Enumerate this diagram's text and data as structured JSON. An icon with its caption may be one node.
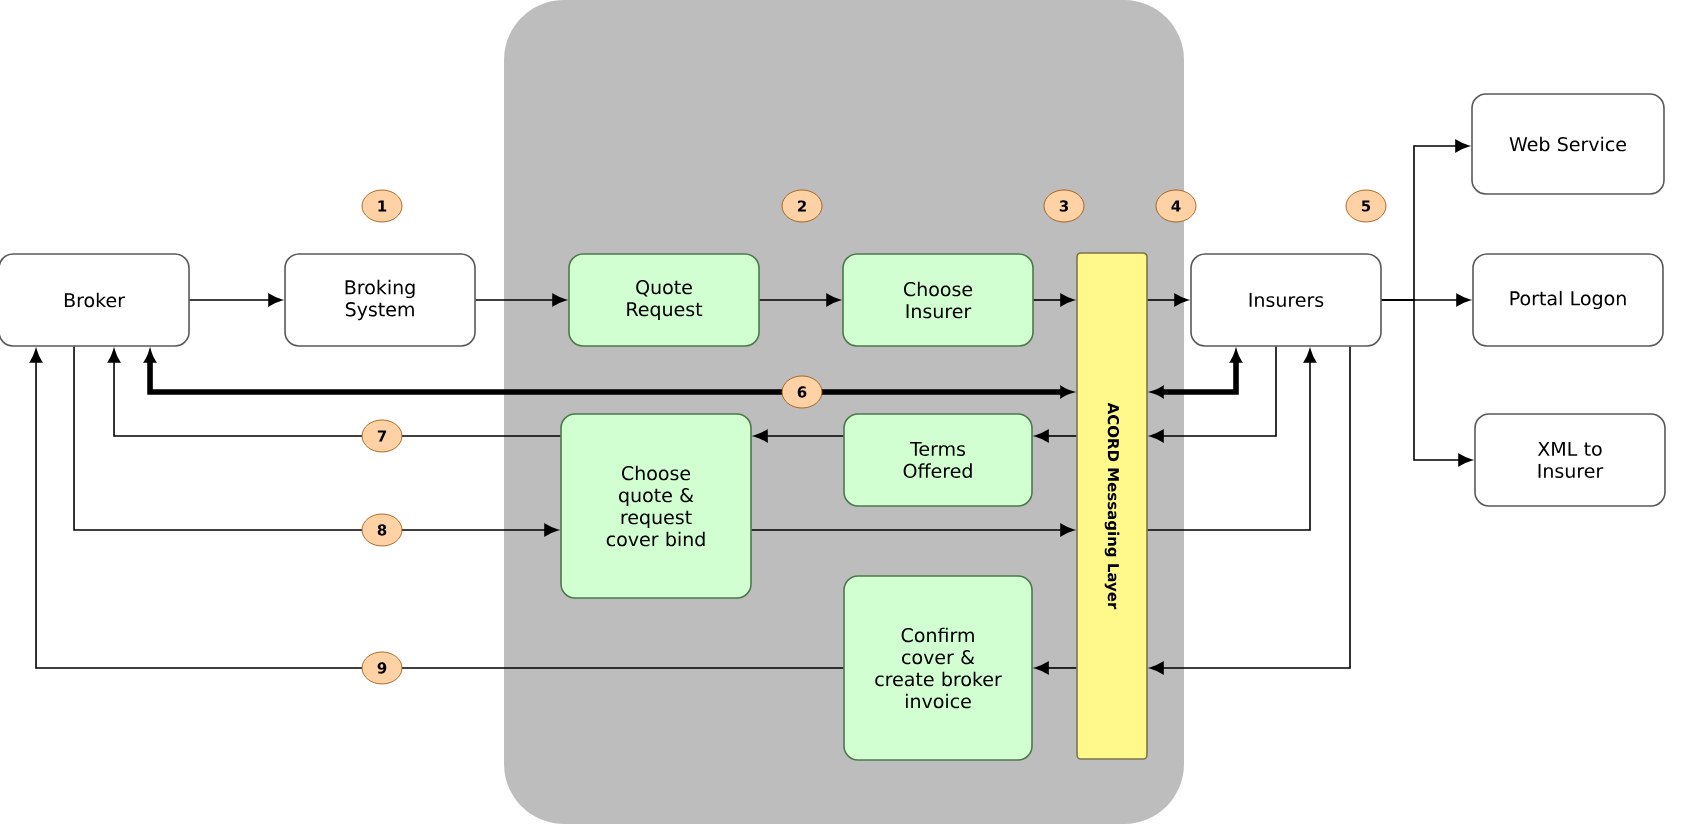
{
  "diagram": {
    "nodes": [
      {
        "text": [],
        "shape": "box"
      },
      {
        "text": [
          "Broker"
        ]
      },
      {
        "text": [
          "Broking System"
        ]
      },
      {
        "text": [
          "Quote Request"
        ],
        "in": 0
      },
      {
        "text": [
          "Choose Insurer"
        ],
        "in": 0
      },
      {
        "text": [
          "ACORD Messaging Layer"
        ],
        "in": 0
      },
      {
        "text": [
          "Insurers"
        ]
      },
      {
        "text": [
          "Web Service"
        ]
      },
      {
        "text": [
          "Portal Logon"
        ]
      },
      {
        "text": [
          "XML to Insurer"
        ]
      },
      {
        "text": [
          "Terms Offered"
        ],
        "in": 0
      },
      {
        "text": [
          "Choose quote & request cover bind"
        ],
        "in": 0
      },
      {
        "text": [
          "Confirm cover & create broker invoice"
        ],
        "in": 0
      }
    ],
    "edges": [
      {
        "from": 1,
        "to": 2,
        "arrow": "to"
      },
      {
        "from": 2,
        "to": 3,
        "arrow": "to"
      },
      {
        "from": 3,
        "to": 4,
        "arrow": "to"
      },
      {
        "from": 4,
        "to": 5,
        "arrow": "to"
      },
      {
        "from": 5,
        "to": 6,
        "arrow": "to"
      },
      {
        "from": 6,
        "to": 7,
        "arrow": "to"
      },
      {
        "from": 6,
        "to": 8,
        "arrow": "to"
      },
      {
        "from": 6,
        "to": 9,
        "arrow": "to"
      },
      {
        "from": 5,
        "to": 1,
        "arrow": "both",
        "label": "6",
        "style": "thick"
      },
      {
        "from": 5,
        "to": 6,
        "arrow": "both",
        "style": "thick"
      },
      {
        "from": 6,
        "to": 5,
        "arrow": "to"
      },
      {
        "from": 5,
        "to": 10,
        "arrow": "to"
      },
      {
        "from": 10,
        "to": 11,
        "arrow": "to"
      },
      {
        "from": 11,
        "to": 1,
        "arrow": "to",
        "label": "7"
      },
      {
        "from": 1,
        "to": 11,
        "arrow": "to",
        "label": "8"
      },
      {
        "from": 11,
        "to": 5,
        "arrow": "to"
      },
      {
        "from": 5,
        "to": 6,
        "arrow": "to"
      },
      {
        "from": 6,
        "to": 5,
        "arrow": "to"
      },
      {
        "from": 5,
        "to": 12,
        "arrow": "to"
      },
      {
        "from": 12,
        "to": 1,
        "arrow": "to",
        "label": "9"
      }
    ],
    "labels": [
      "1",
      "2",
      "3",
      "4",
      "5"
    ]
  }
}
